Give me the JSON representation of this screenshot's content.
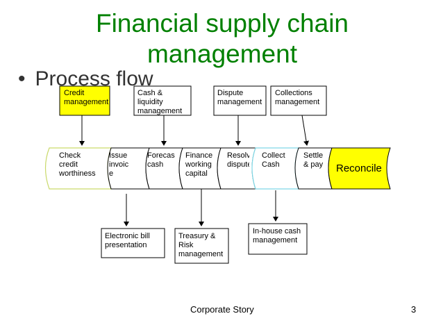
{
  "slide": {
    "title_line1": "Financial supply chain",
    "title_line2": "management",
    "bullet": "Process flow",
    "footer": "Corporate Story",
    "page_number": "3"
  },
  "colors": {
    "title": "#008000",
    "highlight": "#ffff00",
    "stage_outline": "#000000",
    "check_outline": "#c9d96a",
    "collect_outline": "#7fd8e6"
  },
  "top_boxes": [
    {
      "text": "Credit\nmanagement"
    },
    {
      "text": "Cash &\nliquidity\nmanagement"
    },
    {
      "text": "Dispute\nmanagement"
    },
    {
      "text": "Collections\nmanagement"
    }
  ],
  "stages": [
    {
      "text": "Check\ncredit\nworthiness"
    },
    {
      "text": "Issue\ninvoic\ne"
    },
    {
      "text": "Forecas\ncash"
    },
    {
      "text": "Finance\nworking\ncapital"
    },
    {
      "text": "Resolv\ndispute"
    },
    {
      "text": "Collect\nCash"
    },
    {
      "text": "Settle\n& pay"
    },
    {
      "text": "Reconcile"
    }
  ],
  "bottom_boxes": [
    {
      "text": "Electronic bill\npresentation"
    },
    {
      "text": "Treasury &\nRisk\nmanagement"
    },
    {
      "text": "In-house cash\nmanagement"
    }
  ]
}
